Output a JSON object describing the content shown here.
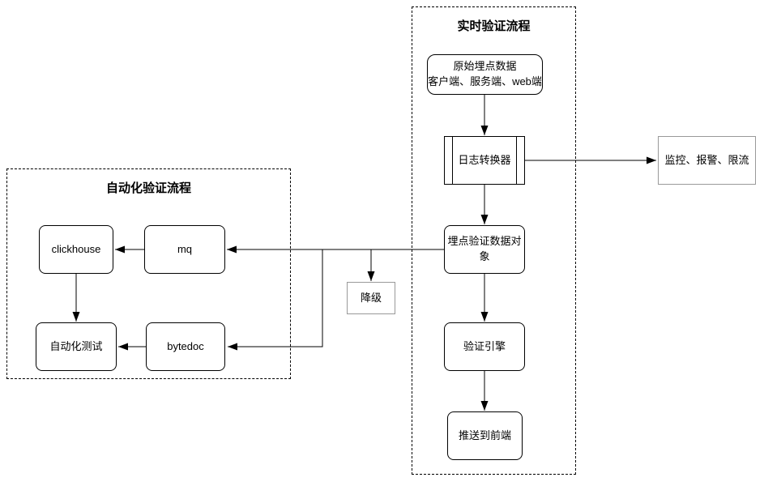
{
  "diagram": {
    "containers": {
      "realtime": {
        "title": "实时验证流程"
      },
      "automation": {
        "title": "自动化验证流程"
      }
    },
    "nodes": {
      "raw_data": {
        "line1": "原始埋点数据",
        "line2": "客户端、服务端、web端"
      },
      "log_converter": {
        "label": "日志转换器"
      },
      "monitor": {
        "label": "监控、报警、限流"
      },
      "validation_object": {
        "label": "埋点验证数据对象"
      },
      "validation_engine": {
        "label": "验证引擎"
      },
      "push_frontend": {
        "label": "推送到前端"
      },
      "clickhouse": {
        "label": "clickhouse"
      },
      "mq": {
        "label": "mq"
      },
      "auto_test": {
        "label": "自动化测试"
      },
      "bytedoc": {
        "label": "bytedoc"
      },
      "downgrade": {
        "label": "降级"
      }
    },
    "edges": [
      {
        "from": "raw_data",
        "to": "log_converter"
      },
      {
        "from": "log_converter",
        "to": "monitor"
      },
      {
        "from": "log_converter",
        "to": "validation_object"
      },
      {
        "from": "validation_object",
        "to": "validation_engine"
      },
      {
        "from": "validation_engine",
        "to": "push_frontend"
      },
      {
        "from": "validation_object",
        "to": "mq"
      },
      {
        "from": "validation_object",
        "to": "downgrade"
      },
      {
        "from": "validation_object",
        "to": "bytedoc"
      },
      {
        "from": "mq",
        "to": "clickhouse"
      },
      {
        "from": "clickhouse",
        "to": "auto_test"
      },
      {
        "from": "bytedoc",
        "to": "auto_test"
      }
    ],
    "colors": {
      "stroke": "#000000",
      "secondary_border": "#999999",
      "background": "#ffffff"
    }
  }
}
